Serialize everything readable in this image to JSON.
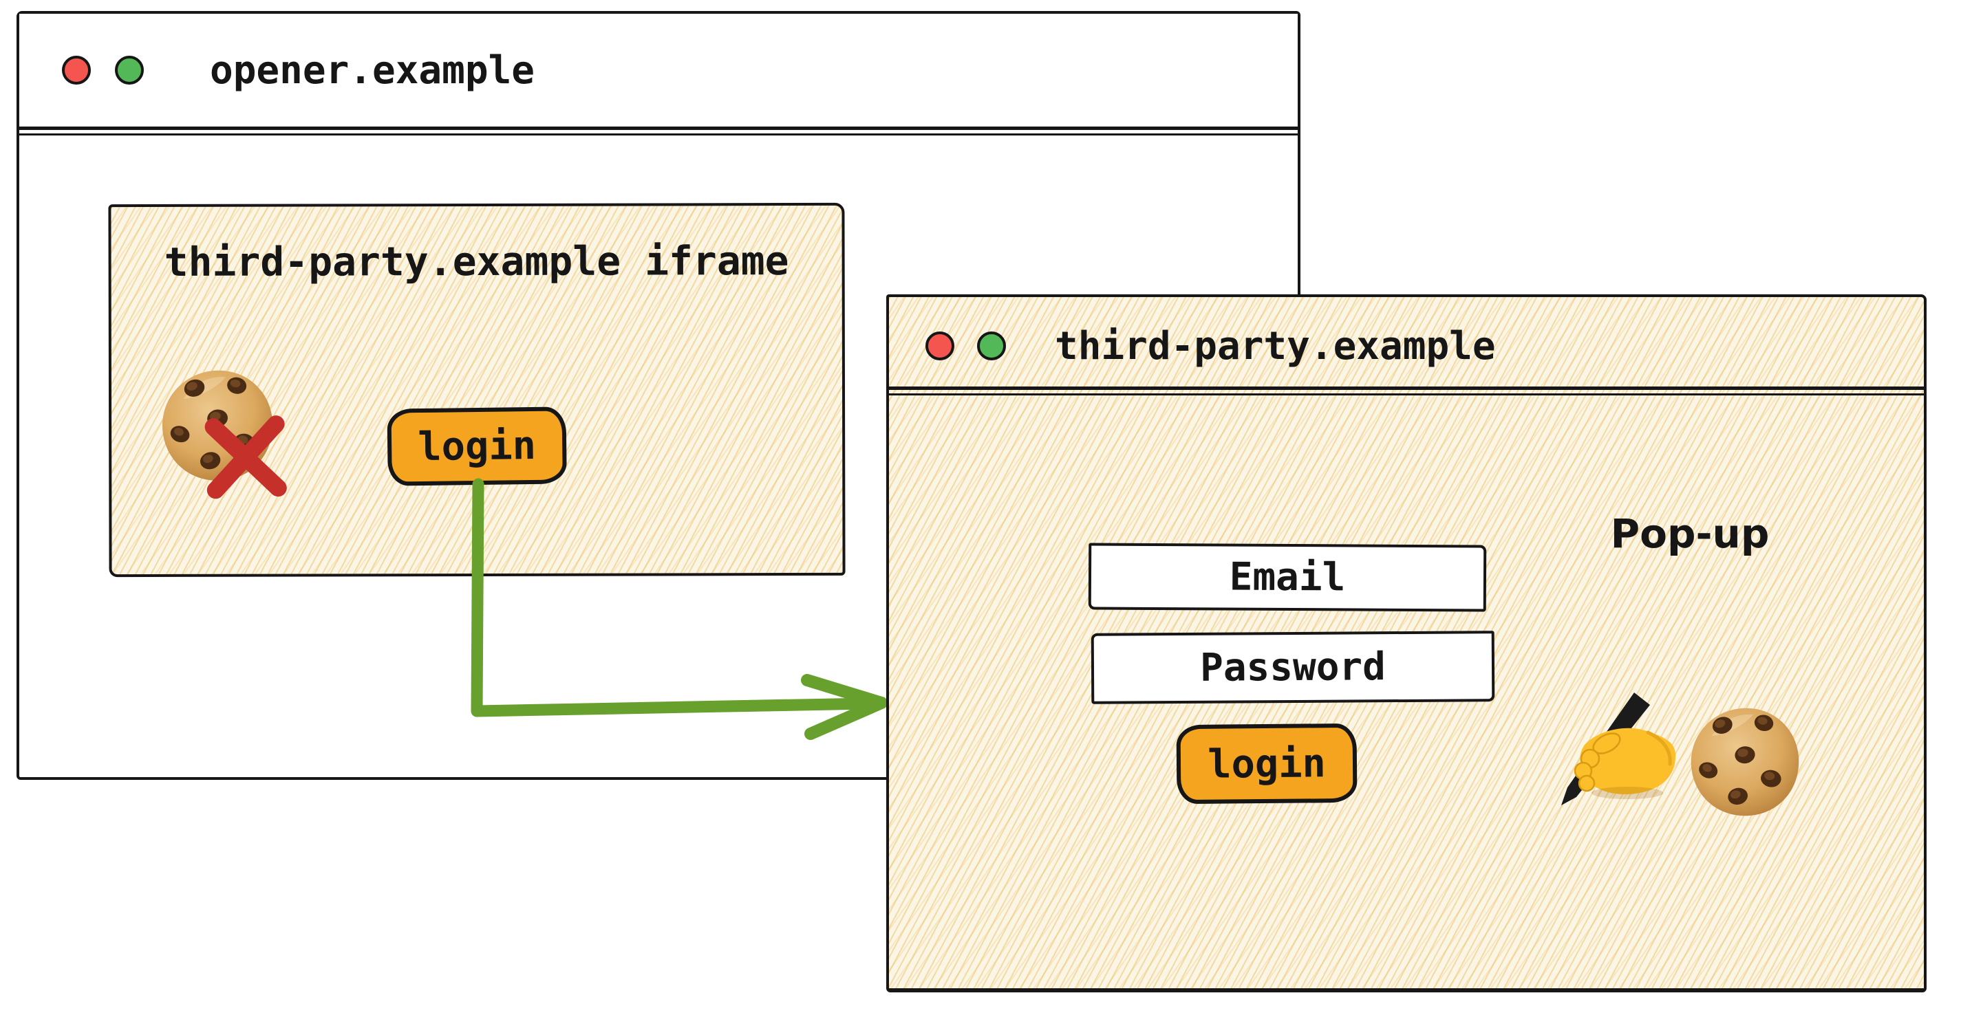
{
  "opener_window": {
    "title": "opener.example",
    "traffic_lights": {
      "close": "red-circle",
      "zoom": "green-circle"
    },
    "iframe": {
      "title": "third-party.example iframe",
      "login_button_label": "login",
      "blocked_cookie_icon": "cookie-with-red-cross"
    }
  },
  "flow_arrow": {
    "from": "iframe-login-button",
    "to": "popup-window",
    "color": "#67A02C"
  },
  "popup_window": {
    "title": "third-party.example",
    "traffic_lights": {
      "close": "red-circle",
      "zoom": "green-circle"
    },
    "label": "Pop-up",
    "email_field": {
      "value": "",
      "placeholder": "Email"
    },
    "password_field": {
      "value": "",
      "placeholder": "Password"
    },
    "login_button_label": "login",
    "icons": {
      "writing_hand": "writing-hand",
      "cookie": "chocolate-chip-cookie"
    }
  },
  "colors": {
    "accent_orange": "#F5A41F",
    "arrow_green": "#67A02C",
    "cross_red": "#C5302B",
    "traffic_red": "#F4564F",
    "traffic_green": "#53B958",
    "hatch_gold": "#EFC985",
    "paper_cream": "#FBF5E6",
    "ink": "#161616"
  }
}
